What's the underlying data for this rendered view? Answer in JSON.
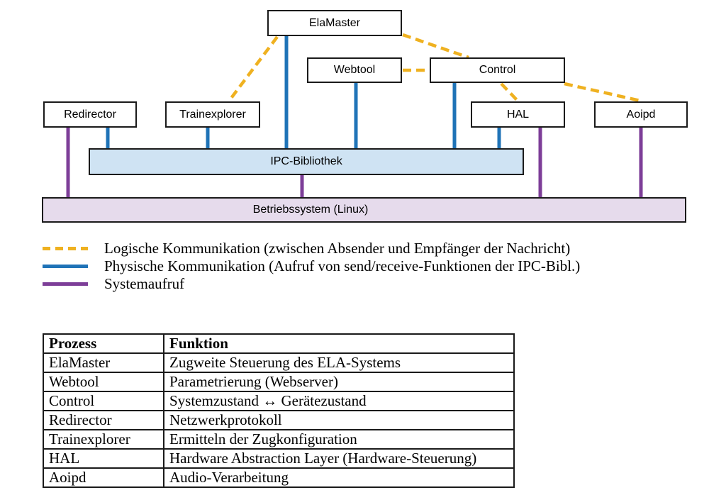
{
  "colors": {
    "logical": "#EFB120",
    "physical": "#1F73B7",
    "syscall": "#7D3E98",
    "ipc_fill": "#CFE3F3",
    "os_fill": "#E6DBEC"
  },
  "diagram": {
    "nodes": {
      "elamaster": "ElaMaster",
      "webtool": "Webtool",
      "control": "Control",
      "redirector": "Redirector",
      "trainexplorer": "Trainexplorer",
      "hal": "HAL",
      "aoipd": "Aoipd",
      "ipc": "IPC-Bibliothek",
      "os": "Betriebssystem (Linux)"
    }
  },
  "legend": {
    "items": [
      {
        "label": "Logische Kommunikation (zwischen Absender und Empfänger der Nachricht)"
      },
      {
        "label": "Physische Kommunikation (Aufruf von send/receive-Funktionen der IPC-Bibl.)"
      },
      {
        "label": "Systemaufruf"
      }
    ]
  },
  "table": {
    "headers": {
      "process": "Prozess",
      "function": "Funktion"
    },
    "rows": [
      {
        "process": "ElaMaster",
        "function": "Zugweite Steuerung des ELA-Systems"
      },
      {
        "process": "Webtool",
        "function": "Parametrierung (Webserver)"
      },
      {
        "process": "Control",
        "function": "Systemzustand ↔ Gerätezustand"
      },
      {
        "process": "Redirector",
        "function": "Netzwerkprotokoll"
      },
      {
        "process": "Trainexplorer",
        "function": "Ermitteln der Zugkonfiguration"
      },
      {
        "process": "HAL",
        "function": "Hardware Abstraction Layer (Hardware-Steuerung)"
      },
      {
        "process": "Aoipd",
        "function": "Audio-Verarbeitung"
      }
    ]
  }
}
